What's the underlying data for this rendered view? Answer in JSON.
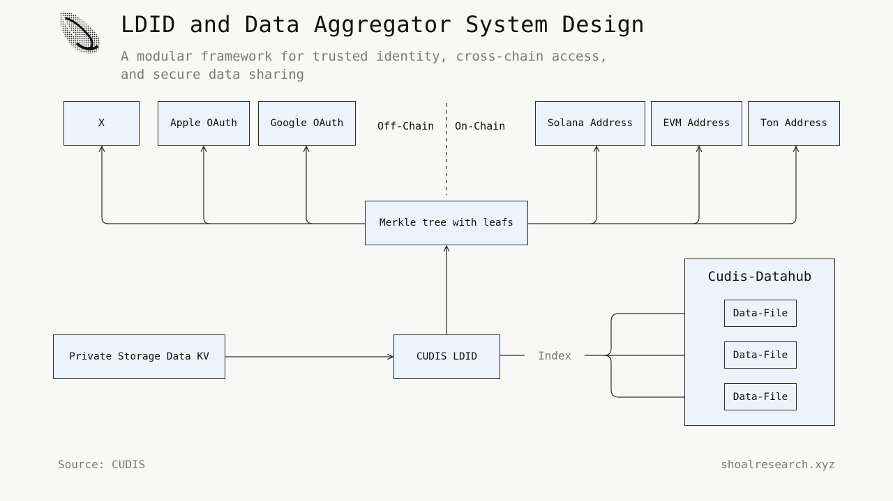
{
  "header": {
    "title": "LDID and Data Aggregator System Design",
    "subtitle": "A modular framework for trusted identity, cross-chain access, and secure data sharing"
  },
  "nodes": {
    "x": "X",
    "apple_oauth": "Apple OAuth",
    "google_oauth": "Google OAuth",
    "solana_address": "Solana Address",
    "evm_address": "EVM Address",
    "ton_address": "Ton Address",
    "merkle_tree": "Merkle tree with leafs",
    "private_storage": "Private Storage Data KV",
    "cudis_ldid": "CUDIS LDID"
  },
  "labels": {
    "off_chain": "Off-Chain",
    "on_chain": "On-Chain",
    "index": "Index"
  },
  "datahub": {
    "title": "Cudis-Datahub",
    "files": [
      "Data-File",
      "Data-File",
      "Data-File"
    ]
  },
  "footer": {
    "source": "Source: CUDIS",
    "site": "shoalresearch.xyz"
  },
  "colors": {
    "box_fill": "#eef2fb",
    "line": "#2b2b2b",
    "muted_text": "#7a7a7a",
    "background": "#f8f8f7"
  },
  "icons": {
    "logo": "seashell-icon"
  }
}
